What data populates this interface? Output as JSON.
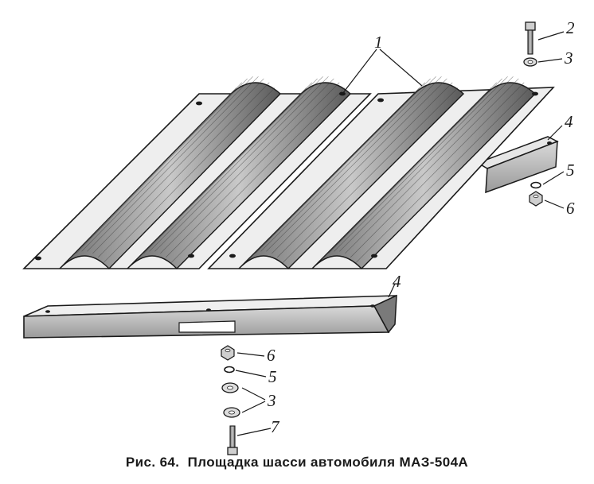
{
  "figure": {
    "caption_number": "Рис. 64.",
    "caption_title": "Площадка шасси автомобиля МАЗ-504А"
  },
  "callouts": {
    "panels": "1",
    "bolt_top": "2",
    "washer_top": "3",
    "beam_right": "4",
    "spring_washer_right": "5",
    "nut_right": "6",
    "beam_front": "4",
    "nut_bottom": "6",
    "spring_washer_bottom": "5",
    "washers_bottom": "3",
    "bolt_bottom": "7"
  },
  "colors": {
    "ink": "#1a1a1a",
    "paper": "#ffffff"
  }
}
